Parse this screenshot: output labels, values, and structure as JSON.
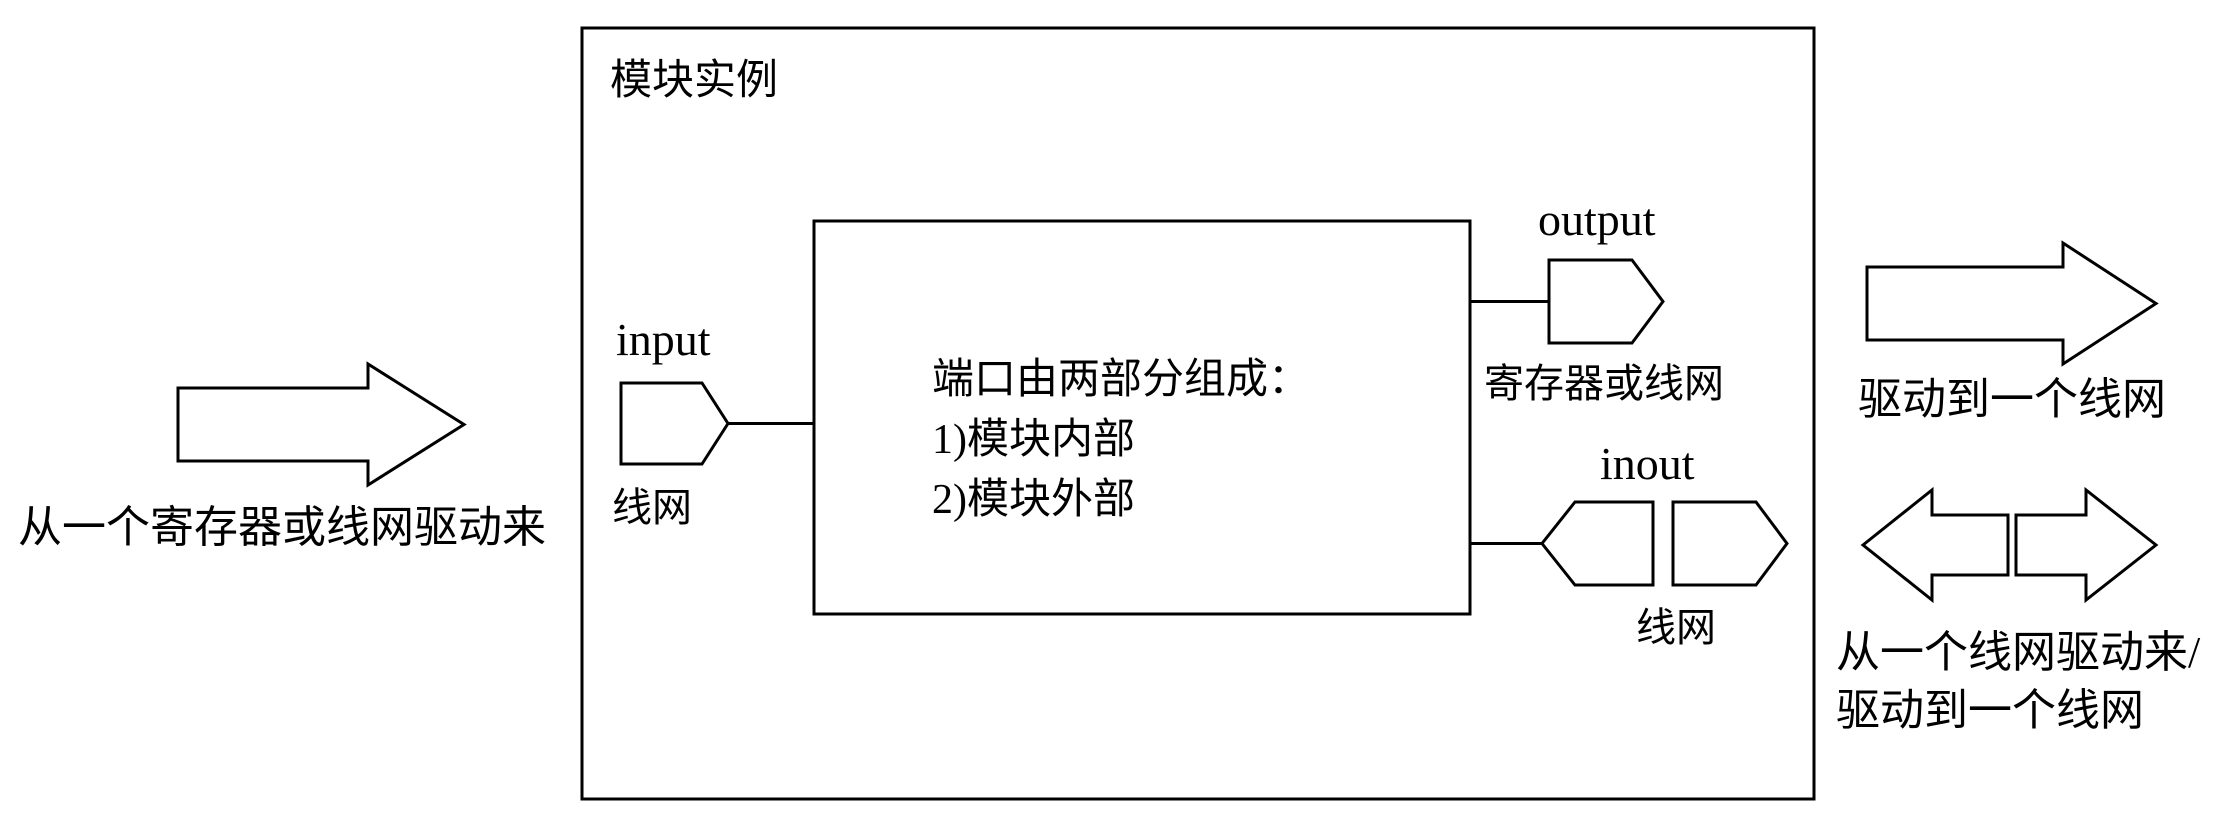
{
  "diagram": {
    "module_box": {
      "label": "模块实例"
    },
    "inner_box": {
      "lines": [
        "端口由两部分组成：",
        "1)模块内部",
        "2)模块外部"
      ]
    },
    "ports": {
      "input": {
        "label": "input",
        "sublabel": "线网"
      },
      "output": {
        "label": "output",
        "sublabel": "寄存器或线网"
      },
      "inout": {
        "label": "inout",
        "sublabel": "线网"
      }
    },
    "annotations": {
      "left": "从一个寄存器或线网驱动来",
      "right_top": "驱动到一个线网",
      "right_bottom_line1": "从一个线网驱动来/",
      "right_bottom_line2": "驱动到一个线网"
    },
    "colors": {
      "stroke": "#000000",
      "background": "#ffffff"
    }
  }
}
